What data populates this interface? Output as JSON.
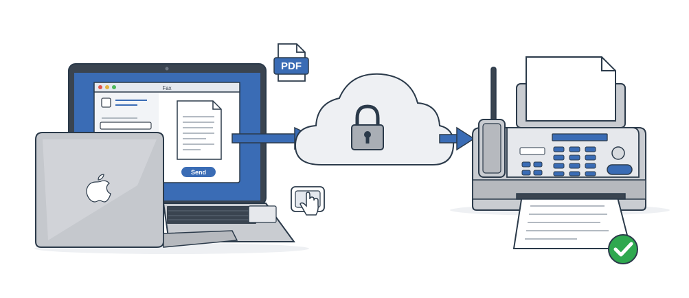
{
  "diagram": {
    "file_badge": "PDF",
    "laptop_window_title": "Fax",
    "send_button_label": "Send"
  },
  "colors": {
    "accent_blue": "#3a6cb5",
    "outline": "#2b3a4a",
    "device_gray": "#c9ccd1",
    "success_green": "#2fa84f"
  },
  "icons": [
    "pdf-file-icon",
    "laptop",
    "apple-logo-icon",
    "cloud",
    "lock-icon",
    "fax-machine",
    "touch-pointer-icon",
    "checkmark-icon"
  ]
}
